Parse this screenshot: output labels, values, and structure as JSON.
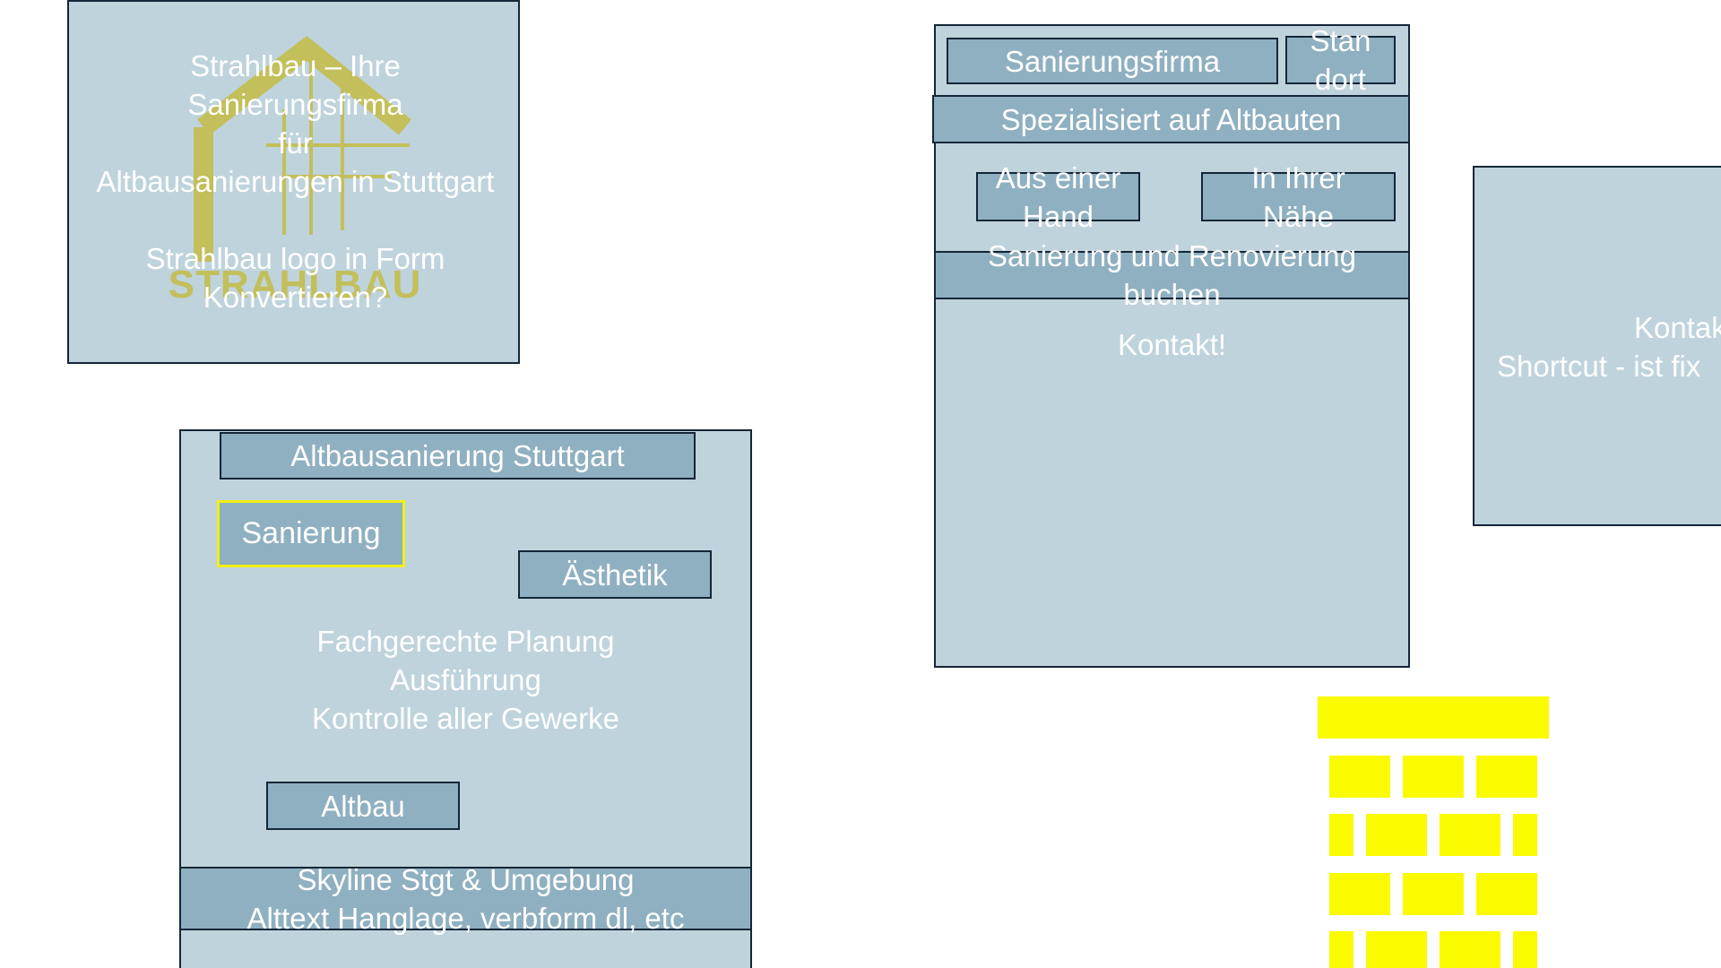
{
  "colors": {
    "panel_fill": "#bfd3dc",
    "box_fill": "#8fb0c1",
    "border": "#142638",
    "text": "#ffffff",
    "highlight": "#f2ef14",
    "brick_yellow": "#fbfb00",
    "logo_gold": "#c3bf5a"
  },
  "logo_panel": {
    "title_lines": [
      "Strahlbau – Ihre",
      "Sanierungsfirma",
      "für",
      "Altbausanierungen in Stuttgart"
    ],
    "note_lines": [
      "Strahlbau logo in Form",
      "Konvertieren?"
    ],
    "logo_wordmark": "STRAHLBAU"
  },
  "altbau_panel": {
    "header": "Altbausanierung Stuttgart",
    "sanierung": "Sanierung",
    "aesthetik": "Ästhetik",
    "body_lines": [
      "Fachgerechte Planung",
      "Ausführung",
      "Kontrolle aller Gewerke"
    ],
    "altbau": "Altbau",
    "skyline_lines": [
      "Skyline Stgt & Umgebung",
      "Alttext Hanglage, verbform dl, etc"
    ]
  },
  "sanierungsfirma_panel": {
    "firma": "Sanierungsfirma",
    "standort_lines": [
      "Stan",
      "dort"
    ],
    "spezialisiert": "Spezialisiert auf Altbauten",
    "aus_einer_hand_lines": [
      "Aus einer",
      "Hand"
    ],
    "in_ihrer_naehe_lines": [
      "In Ihrer",
      "Nähe"
    ],
    "buchen_lines": [
      "Sanierung und Renovierung",
      "buchen"
    ],
    "kontakt": "Kontakt!"
  },
  "kontakt_panel": {
    "lines": [
      "Kontakt",
      "Shortcut  - ist fix"
    ]
  },
  "brick_wall": {
    "icon": "brick-wall-icon"
  }
}
